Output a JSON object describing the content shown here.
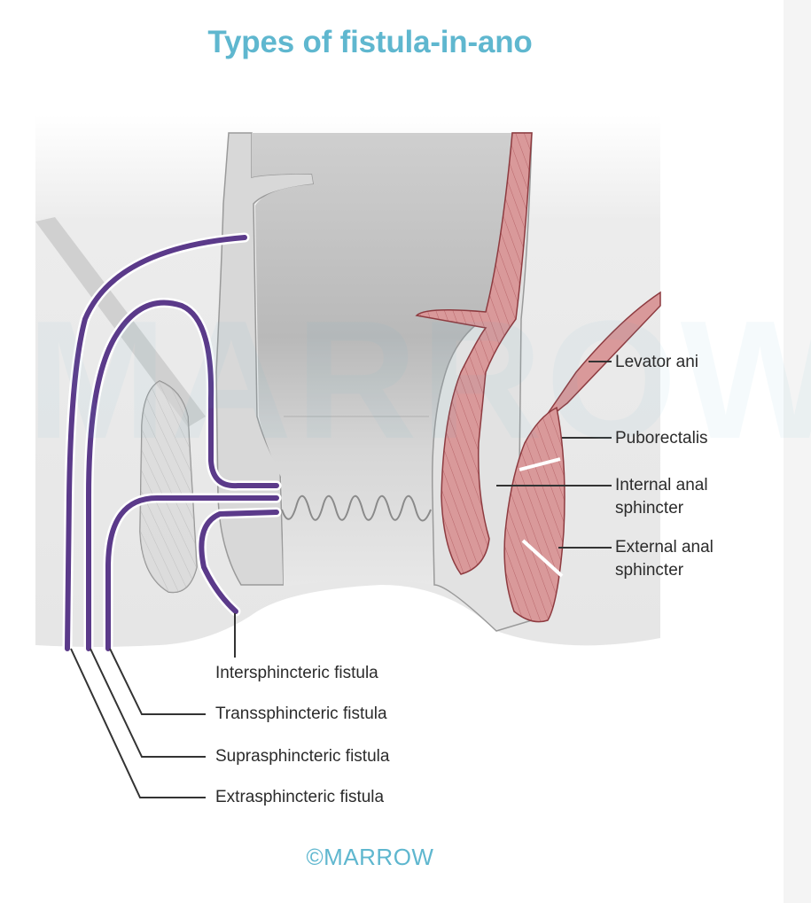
{
  "title": "Types of fistula-in-ano",
  "watermark_text": "MARROW",
  "brand": "©MARROW",
  "labels": {
    "levator_ani": "Levator ani",
    "puborectalis": "Puborectalis",
    "internal_anal_sphincter": [
      "Internal anal",
      "sphincter"
    ],
    "external_anal_sphincter": [
      "External anal",
      "sphincter"
    ],
    "intersphincteric_fistula": "Intersphincteric fistula",
    "transsphincteric_fistula": "Transsphincteric fistula",
    "suprasphincteric_fistula": "Suprasphincteric fistula",
    "extrasphincteric_fistula": "Extrasphincteric fistula"
  },
  "colors": {
    "title": "#5fb7cf",
    "fistula": "#5b3a8a",
    "muscle": "#d9999a",
    "muscle_outline": "#8e3b40",
    "tissue": "#e9e9e9",
    "rectum_wall": "#c8c8c8"
  }
}
